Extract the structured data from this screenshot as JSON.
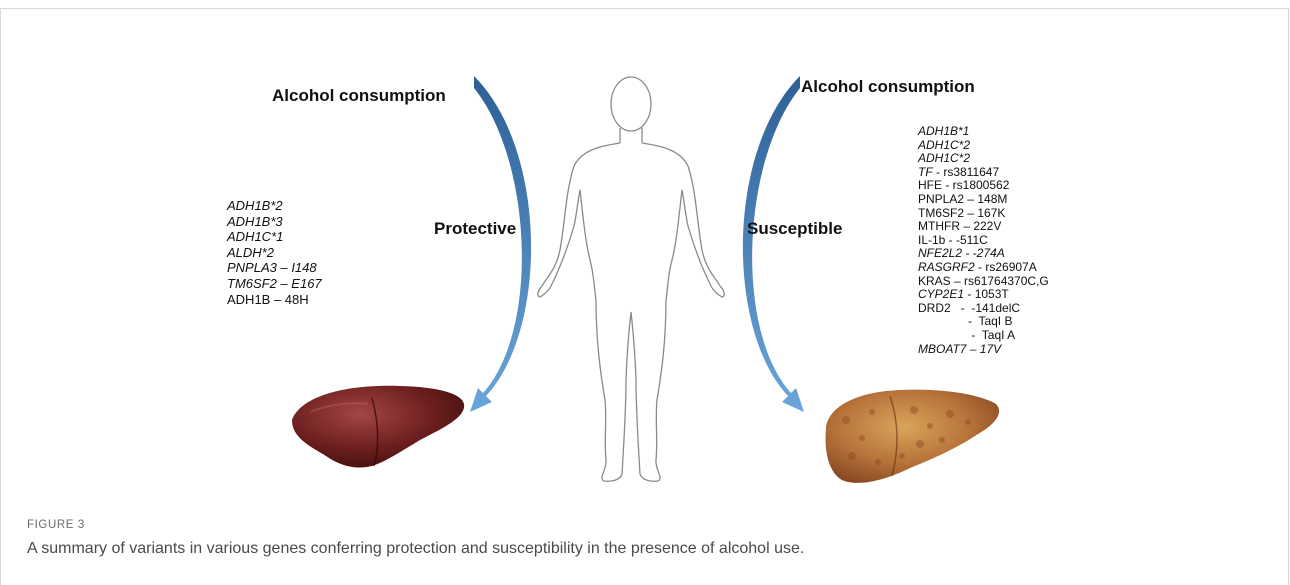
{
  "left": {
    "heading": "Alcohol consumption",
    "label": "Protective",
    "genes": [
      {
        "text": "ADH1B*2",
        "italic": true
      },
      {
        "text": "ADH1B*3",
        "italic": true
      },
      {
        "text": "ADH1C*1",
        "italic": true
      },
      {
        "text": "ALDH*2",
        "italic": true
      },
      {
        "text": "PNPLA3 – I148",
        "italic": true
      },
      {
        "text": "TM6SF2 – E167",
        "italic": true
      },
      {
        "text": "ADH1B – 48H",
        "italic": false
      }
    ]
  },
  "right": {
    "heading": "Alcohol consumption",
    "label": "Susceptible",
    "genes": [
      {
        "text": "ADH1B*1",
        "italic": true
      },
      {
        "text": "ADH1C*2",
        "italic": true
      },
      {
        "text": "ADH1C*2",
        "italic": true
      },
      {
        "parts": [
          {
            "text": "TF",
            "italic": true
          },
          {
            "text": " - rs3811647",
            "italic": false
          }
        ]
      },
      {
        "text": "HFE - rs1800562",
        "italic": false
      },
      {
        "text": "PNPLA2 – 148M",
        "italic": false
      },
      {
        "text": "TM6SF2 – 167K",
        "italic": false
      },
      {
        "text": "MTHFR – 222V",
        "italic": false
      },
      {
        "text": "IL-1b - -511C",
        "italic": false
      },
      {
        "text": "NFE2L2 - -274A",
        "italic": true
      },
      {
        "parts": [
          {
            "text": "RASGRF2",
            "italic": true
          },
          {
            "text": " - rs26907A",
            "italic": false
          }
        ]
      },
      {
        "text": "KRAS – rs61764370C,G",
        "italic": false
      },
      {
        "parts": [
          {
            "text": "CYP2E1",
            "italic": true
          },
          {
            "text": " - 1053T",
            "italic": false
          }
        ]
      },
      {
        "text": "DRD2   -  -141delC",
        "italic": false
      },
      {
        "text": "               -  TaqI B",
        "italic": false
      },
      {
        "text": "                -  TaqI A",
        "italic": false
      },
      {
        "text": "MBOAT7 – 17V",
        "italic": true
      }
    ]
  },
  "caption": {
    "label": "FIGURE 3",
    "text": "A summary of variants in various genes conferring protection and susceptibility in the presence of alcohol use."
  },
  "colors": {
    "arrow_dark": "#2e5f95",
    "arrow_light": "#6aa6dc",
    "healthy_liver": "#6e1f1f",
    "diseased_liver": "#b8743a",
    "body_outline": "#8a8a8a"
  }
}
